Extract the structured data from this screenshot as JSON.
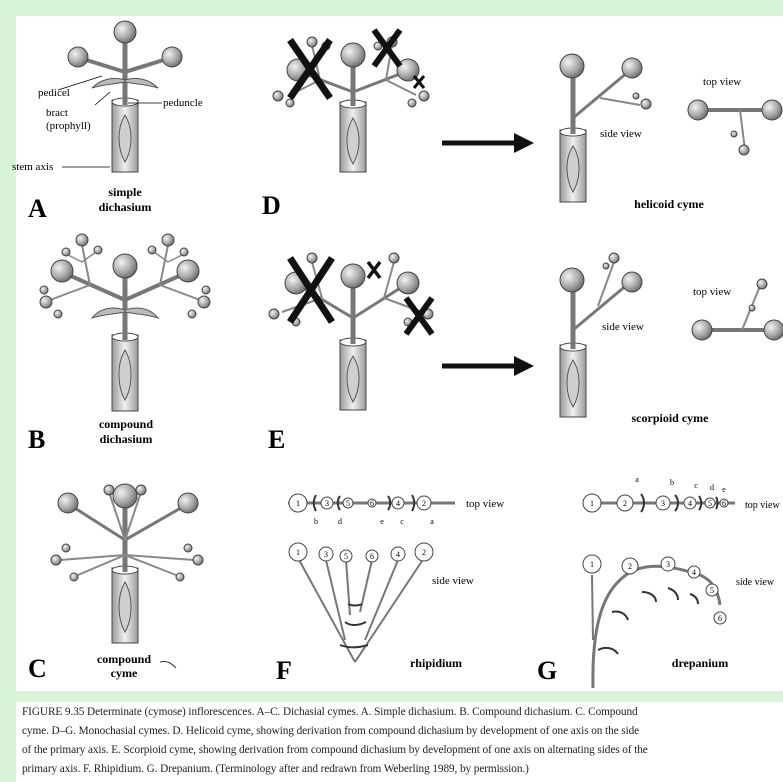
{
  "panels": {
    "a": {
      "letter": "A",
      "title1": "simple",
      "title2": "dichasium",
      "pedicel": "pedicel",
      "peduncle": "peduncle",
      "bract": "bract",
      "prophyll": "(prophyll)",
      "stem_axis": "stem axis"
    },
    "b": {
      "letter": "B",
      "title1": "compound",
      "title2": "dichasium"
    },
    "c": {
      "letter": "C",
      "title1": "compound",
      "title2": "cyme"
    },
    "d": {
      "letter": "D",
      "title": "helicoid cyme",
      "side_view": "side view",
      "top_view": "top view"
    },
    "e": {
      "letter": "E",
      "title": "scorpioid cyme",
      "side_view": "side view",
      "top_view": "top view"
    },
    "f": {
      "letter": "F",
      "title": "rhipidium",
      "top_view": "top view",
      "side_view": "side view",
      "n1": "1",
      "n2": "2",
      "n3": "3",
      "n4": "4",
      "n5": "5",
      "n6": "6",
      "la": "a",
      "lb": "b",
      "lc": "c",
      "ld": "d",
      "le": "e"
    },
    "g": {
      "letter": "G",
      "title": "drepanium",
      "top_view": "top view",
      "side_view": "side view",
      "n1": "1",
      "n2": "2",
      "n3": "3",
      "n4": "4",
      "n5": "5",
      "n6": "6",
      "la": "a",
      "lb": "b",
      "lc": "c",
      "ld": "d",
      "le": "e"
    }
  },
  "caption": {
    "label": "FIGURE 9.35 ",
    "line1": " Determinate (cymose) inflorescences. A–C. Dichasial cymes. A. Simple dichasium. B. Compound dichasium. C. Compound",
    "line2": "cyme. D–G. Monochasial cymes. D. Helicoid cyme, showing derivation from compound dichasium by development of one axis on the side",
    "line3": "of the primary axis. E. Scorpioid cyme, showing derivation from compound dichasium by development of one axis on alternating sides of the",
    "line4": "primary axis. F. Rhipidium. G. Drepanium. (Terminology after and redrawn from Weberling 1989, by permission.)"
  }
}
